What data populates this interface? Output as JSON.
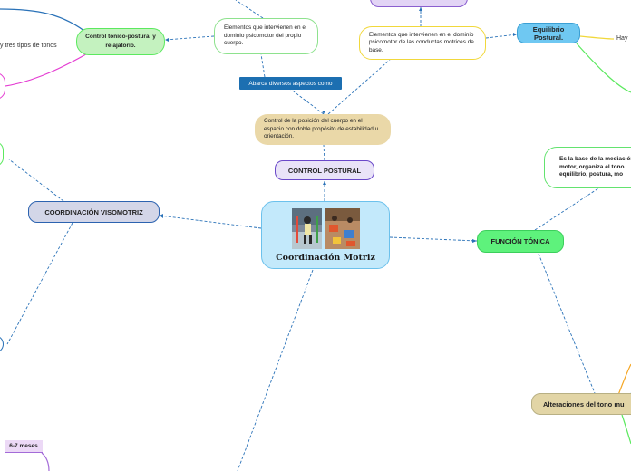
{
  "central": {
    "title": "Coordinación Motriz"
  },
  "nodes": {
    "control_postural": "CONTROL POSTURAL",
    "control_desc": "Control de la posición del cuerpo en el espacio con doble propósito de estabilidad u orientación.",
    "aspectos_label": "Abarca diversos aspectos como",
    "elementos_left": "Elementos que intervienen en el dominio psicomotor del propio cuerpo.",
    "elementos_right": "Elementos que intervienen en el dominio psicomotor de las conductas motrices de base.",
    "equilibrio": "Equilibrio Postural.",
    "hay": "Hay",
    "control_tonico": "Control tónico-postural y relajatorio.",
    "tres_tipos": "y tres tipos de tonos",
    "coordinacion_visomotriz": "COORDINACIÓN VISOMOTRIZ",
    "funcion_tonica": "FUNCIÓN TÓNICA",
    "base_mediacion": "Es la base de la mediación motor, organiza el tono equilibrio, postura, mo",
    "alteraciones": "Alteraciones del tono mu",
    "meses": "6-7 meses"
  },
  "colors": {
    "link": "#2a72b8",
    "central_fill": "#c3e9fb",
    "central_border": "#6cc1ec",
    "pill_purple_fill": "#e9e3f8",
    "pill_purple_border": "#6a48c9",
    "tan_fill": "#ead8a8",
    "green_fill": "#5ef27c",
    "blue_fill": "#6fc8f2",
    "yellow_border": "#f1d83b",
    "green_border": "#63e36f"
  }
}
